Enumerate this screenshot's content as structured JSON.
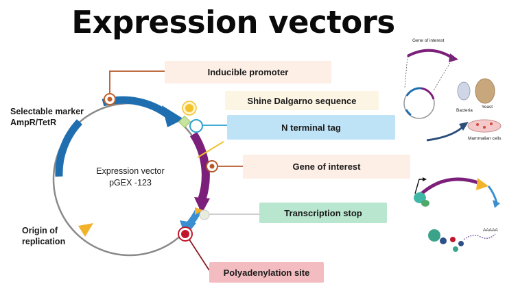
{
  "title": "Expression vectors",
  "plasmid": {
    "name_line1": "Expression vector",
    "name_line2": "pGEX -123"
  },
  "left_labels": {
    "selectable_marker_line1": "Selectable marker",
    "selectable_marker_line2": "AmpR/TetR",
    "origin_line1": "Origin of",
    "origin_line2": "replication"
  },
  "features": [
    {
      "label": "Inducible promoter",
      "bg": "#fdeee6"
    },
    {
      "label": "Shine Dalgarno sequence",
      "bg": "#fdf5e4"
    },
    {
      "label": "N terminal tag",
      "bg": "#bfe3f6"
    },
    {
      "label": "Gene of interest",
      "bg": "#fdeee6"
    },
    {
      "label": "Transcription stop",
      "bg": "#b9e6cf"
    },
    {
      "label": "Polyadenylation site",
      "bg": "#f2bcc0"
    }
  ],
  "right_panel": {
    "gene_of_interest": "Gene of interest",
    "bacteria": "Bacteria",
    "yeast": "Yeast",
    "mammalian_cells": "Mammalian cells",
    "poly_a": "AAAAA"
  },
  "colors": {
    "backbone": "#8a8a8a",
    "blue_segment": "#1f6fb0",
    "purple_segment": "#7b1f7a",
    "promoter_marker": "#c0602a",
    "origin_triangle": "#f2b32a",
    "polyA_marker": "#c0152a"
  }
}
